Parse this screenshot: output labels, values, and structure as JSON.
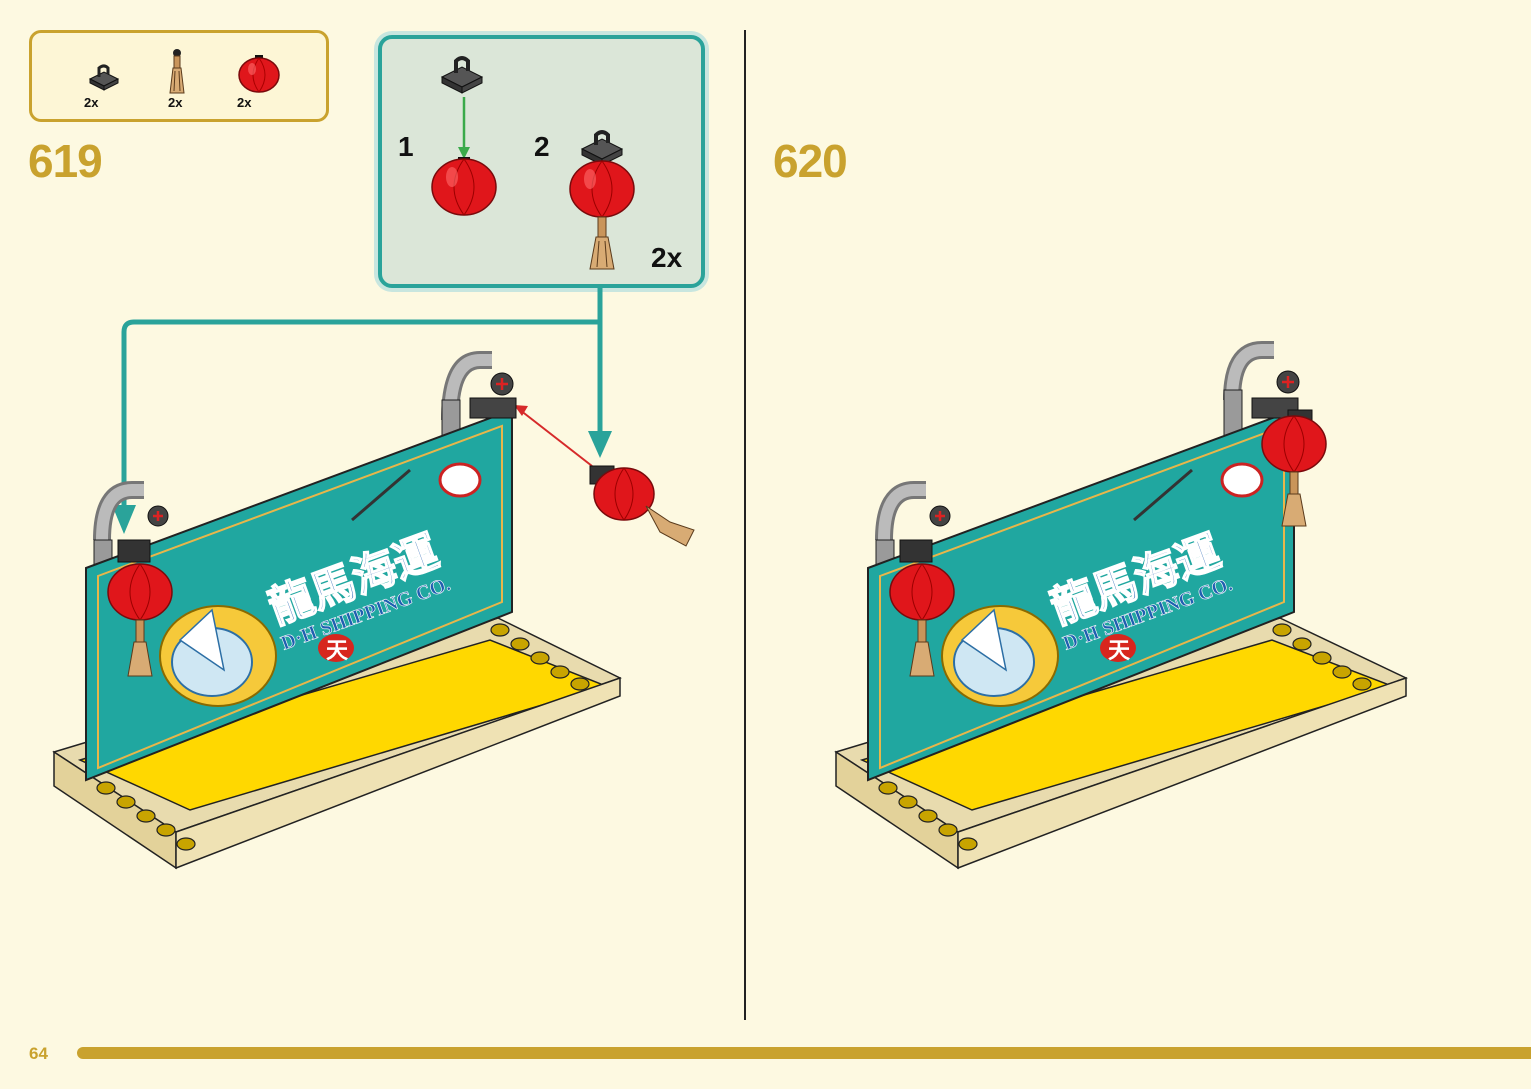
{
  "page": {
    "number": "64"
  },
  "parts_list": [
    {
      "name": "clip-plate-icon",
      "qty": "2x"
    },
    {
      "name": "tassel-icon",
      "qty": "2x"
    },
    {
      "name": "red-lantern-icon",
      "qty": "2x"
    }
  ],
  "steps": [
    {
      "number": "619",
      "sub_assembly": {
        "sub_steps": [
          "1",
          "2"
        ],
        "quantity": "2x"
      }
    },
    {
      "number": "620"
    }
  ],
  "signboard": {
    "chinese_title": "龍馬海運",
    "english_title": "D·H SHIPPING CO.",
    "seal_char": "天"
  },
  "colors": {
    "background": "#fdf9e1",
    "accent_gold": "#c9a22e",
    "callout_teal": "#2aa39a",
    "sign_teal": "#20a7a0",
    "base_yellow": "#ffd800",
    "lantern_red": "#e0161b"
  }
}
